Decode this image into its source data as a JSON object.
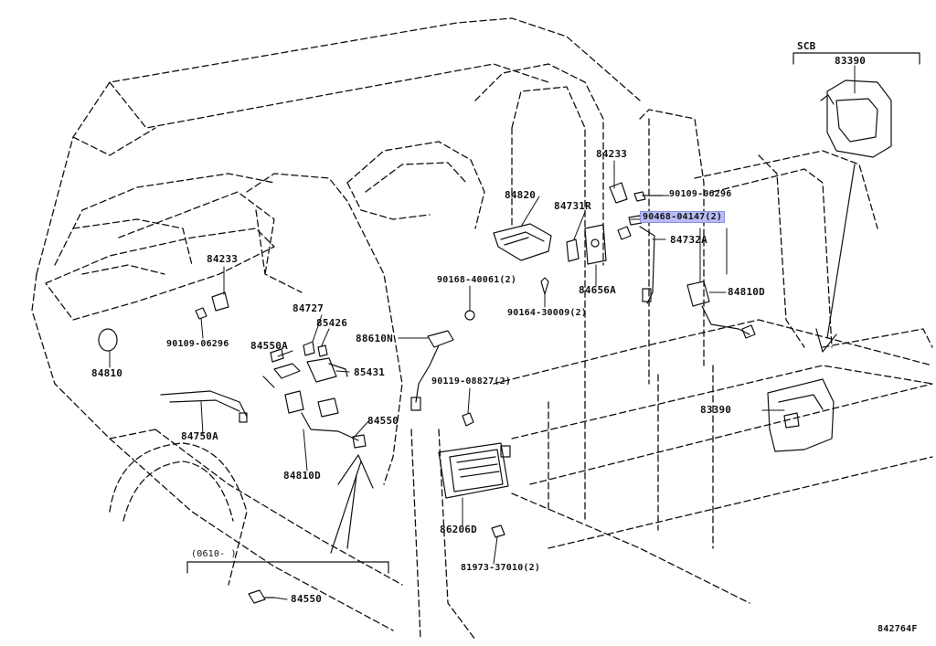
{
  "diagram": {
    "scb_label": "SCB",
    "footer_code": "842764F",
    "date_bracket": "(0610-   )",
    "labels": {
      "p83390_top": "83390",
      "p84233_right": "84233",
      "p90109_right": "90109-06296",
      "p84820": "84820",
      "p84731R": "84731R",
      "p90468": "90468-04147(2)",
      "p84732A": "84732A",
      "p84810D_right": "84810D",
      "p84233_left": "84233",
      "p90168": "90168-40061(2)",
      "p84656A": "84656A",
      "p90164": "90164-30009(2)",
      "p84727": "84727",
      "p85426": "85426",
      "p90109_left": "90109-06296",
      "p84550A": "84550A",
      "p88610N": "88610N",
      "p84810_left": "84810",
      "p85431": "85431",
      "p90119": "90119-08827(2)",
      "p83390_bottom": "83390",
      "p84550_mid": "84550",
      "p84750A": "84750A",
      "p84810D_bottom": "84810D",
      "p86206D": "86206D",
      "p81973": "81973-37010(2)",
      "p84550_bottom": "84550"
    },
    "highlight_color": "#b9bdf5"
  }
}
